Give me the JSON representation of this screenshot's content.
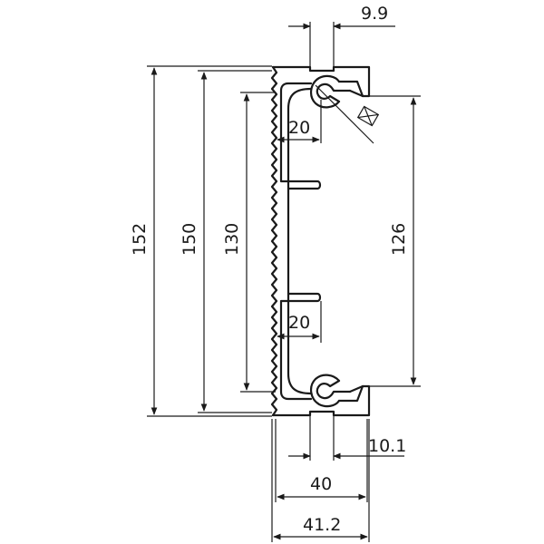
{
  "dimensions": {
    "slot_top_width": "9.9",
    "slot_bottom_width": "10.1",
    "height_overall": "152",
    "height_outer": "150",
    "height_inner": "130",
    "height_right": "126",
    "slot_depth_top": "20",
    "slot_depth_bottom": "20",
    "width_profile": "40",
    "width_overall": "41.2"
  },
  "symbols": {
    "screw_thread_symbol": "⊠"
  }
}
